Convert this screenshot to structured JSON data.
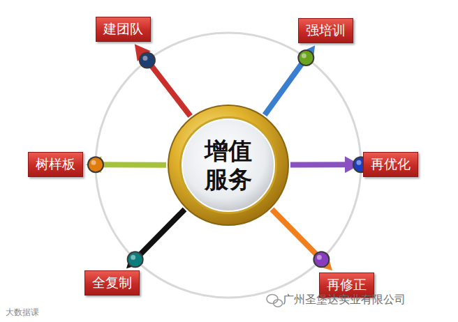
{
  "diagram": {
    "nodes": [
      {
        "text": [
          "增值服务"
        ]
      },
      {
        "text": [
          "建团队"
        ]
      },
      {
        "text": [
          "强培训"
        ]
      },
      {
        "text": [
          "树样板"
        ]
      },
      {
        "text": [
          "再优化"
        ]
      },
      {
        "text": [
          "全复制"
        ]
      },
      {
        "text": [
          "再修正"
        ]
      }
    ],
    "edges": [
      {
        "from": 0,
        "to": 1,
        "arrow": "to"
      },
      {
        "from": 0,
        "to": 2,
        "arrow": "to"
      },
      {
        "from": 0,
        "to": 3,
        "arrow": "to"
      },
      {
        "from": 0,
        "to": 4,
        "arrow": "to"
      },
      {
        "from": 0,
        "to": 5,
        "arrow": "to"
      },
      {
        "from": 0,
        "to": 6,
        "arrow": "to"
      }
    ],
    "labels": [
      "广州圣堡达实业有限公司",
      "大数据课"
    ]
  }
}
